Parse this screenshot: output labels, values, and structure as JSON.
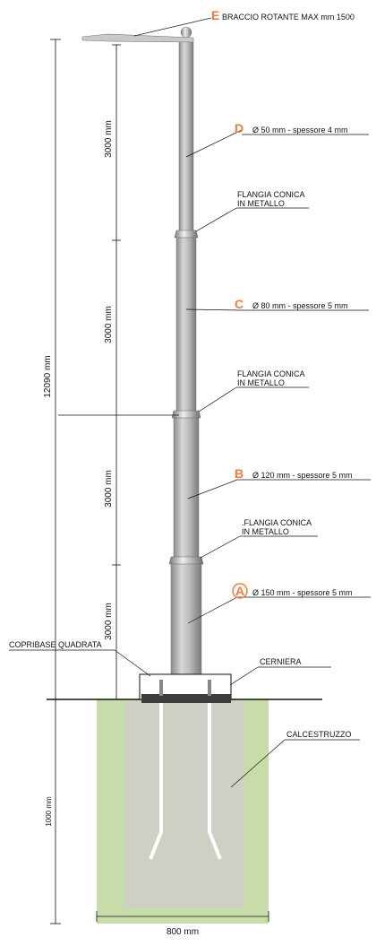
{
  "diagram": {
    "accent_letter_color": "#f07c3c",
    "sections": [
      {
        "letter": "E",
        "label": "BRACCIO ROTANTE MAX mm 1500"
      },
      {
        "letter": "D",
        "label": "Ø 50 mm - spessore 4 mm"
      },
      {
        "letter": "C",
        "label": "Ø 80 mm - spessore 5 mm"
      },
      {
        "letter": "B",
        "label": "Ø 120 mm - spessore 5 mm"
      },
      {
        "letter": "A",
        "label": "Ø 150 mm - spessore 5 mm"
      }
    ],
    "flanges": [
      {
        "line1": "FLANGIA CONICA",
        "line2": "IN METALLO"
      },
      {
        "line1": "FLANGIA CONICA",
        "line2": "IN METALLO"
      },
      {
        "line1": ".FLANGIA CONICA",
        "line2": "IN METALLO"
      }
    ],
    "segment_dims": [
      "3000 mm",
      "3000 mm",
      "3000 mm",
      "3000 mm"
    ],
    "total_height": "12090 mm",
    "foundation_depth": "1000 mm",
    "foundation_width": "800 mm",
    "labels": {
      "copribase": "COPRIBASE QUADRATA",
      "cerniera": "CERNIERA",
      "calcestruzzo": "CALCESTRUZZO"
    }
  }
}
